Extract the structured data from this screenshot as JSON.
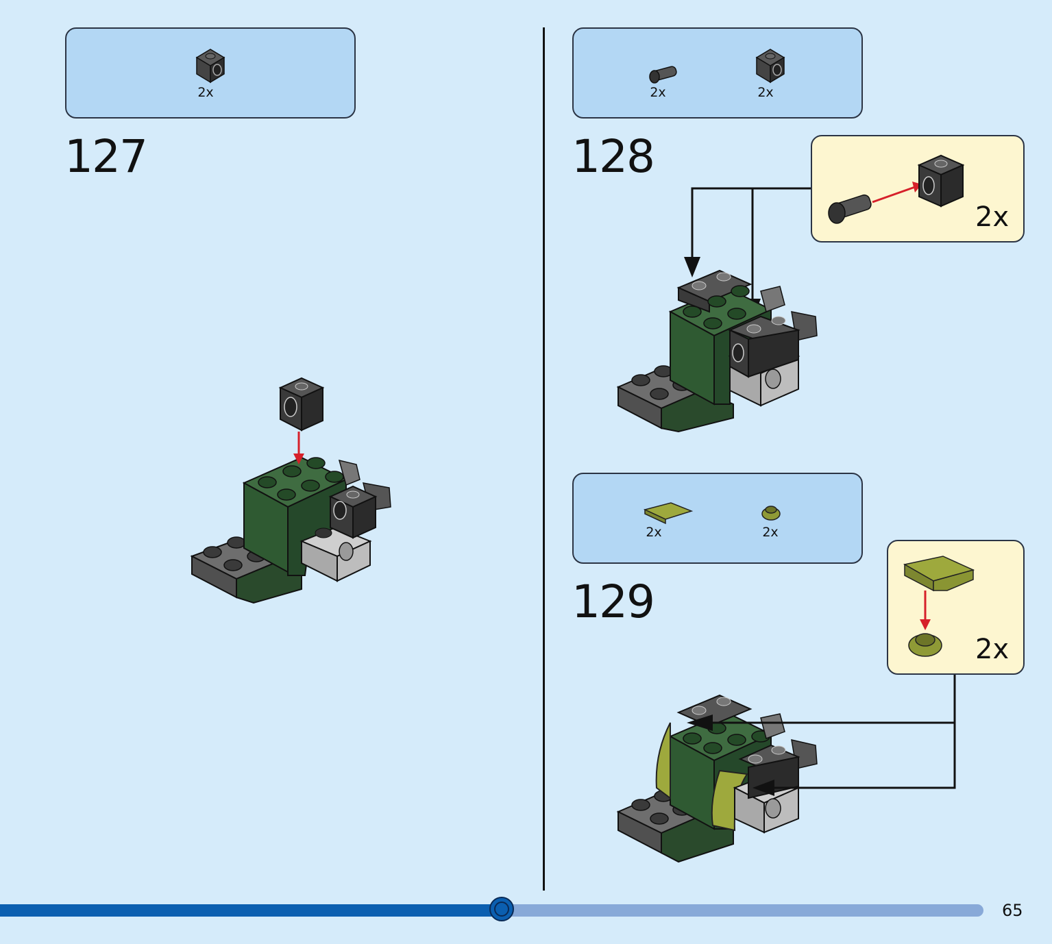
{
  "page": {
    "number": "65",
    "progress_fraction": 0.51
  },
  "steps": [
    {
      "number": "127",
      "parts": [
        {
          "icon": "technic-brick-1x1-dark-gray",
          "qty": "2x"
        }
      ]
    },
    {
      "number": "128",
      "parts": [
        {
          "icon": "technic-pin-dark-gray",
          "qty": "2x"
        },
        {
          "icon": "technic-brick-1x1-dark-gray",
          "qty": "2x"
        }
      ],
      "callout": {
        "qty": "2x"
      }
    },
    {
      "number": "129",
      "parts": [
        {
          "icon": "curved-slope-olive",
          "qty": "2x"
        },
        {
          "icon": "round-plate-olive",
          "qty": "2x"
        }
      ],
      "callout": {
        "qty": "2x"
      }
    }
  ],
  "colors": {
    "background": "#d5ebfa",
    "parts_box": "#b3d7f4",
    "callout": "#fdf6d0",
    "progress_done": "#0b5fb0",
    "progress_todo": "#88a9d8",
    "brick_green": "#2f5a32",
    "brick_dark": "#3c3c3c",
    "brick_light": "#b8b8b8",
    "olive": "#9ea93d"
  }
}
